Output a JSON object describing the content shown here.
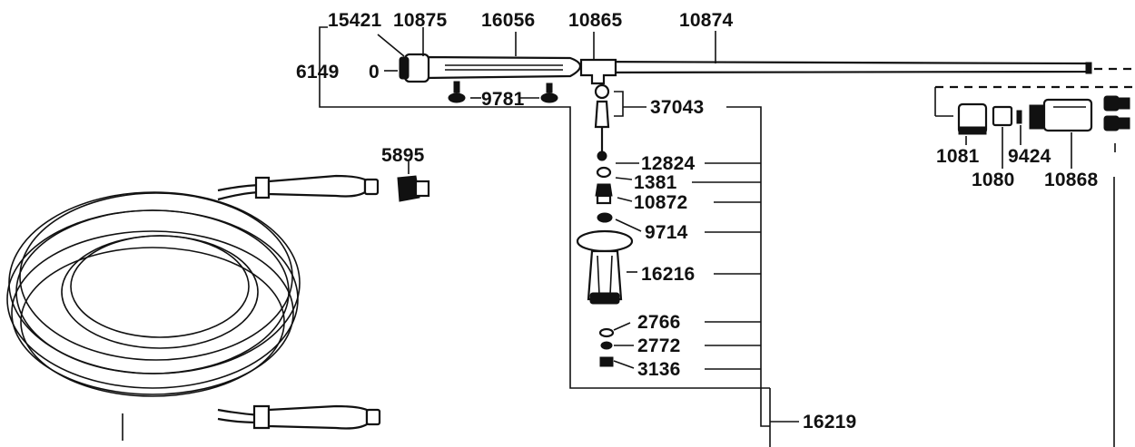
{
  "labels": {
    "p15421": "15421",
    "p10875": "10875",
    "p16056": "16056",
    "p10865": "10865",
    "p10874": "10874",
    "p6149": "6149",
    "p6149_suffix": "0",
    "p9781": "9781",
    "p37043": "37043",
    "p5895": "5895",
    "p12824": "12824",
    "p1381": "1381",
    "p10872": "10872",
    "p9714": "9714",
    "p16216": "16216",
    "p2766": "2766",
    "p2772": "2772",
    "p3136": "3136",
    "p16219": "16219",
    "p1081": "1081",
    "p1080": "1080",
    "p9424": "9424",
    "p10868": "10868"
  }
}
